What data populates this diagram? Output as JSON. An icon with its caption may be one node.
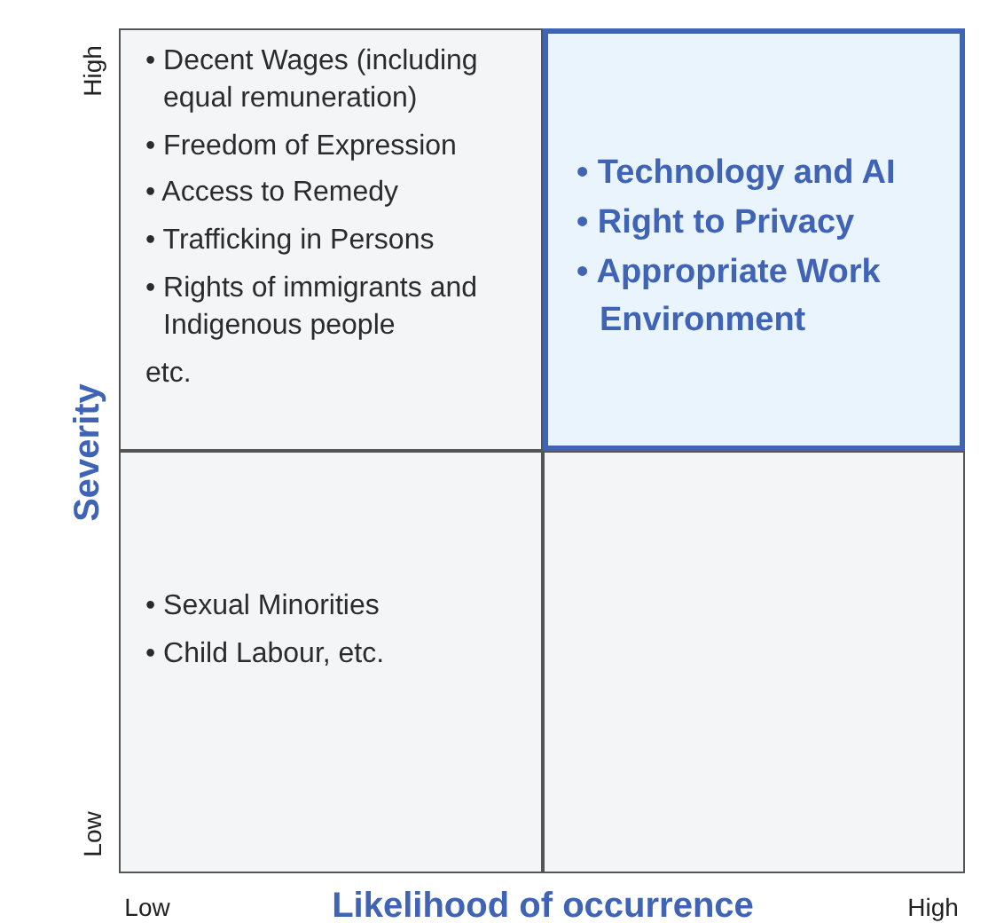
{
  "diagram": {
    "nodes": [
      {
        "text": [
          "• Decent Wages (including equal remuneration)",
          "• Freedom of Expression",
          "• Access to Remedy",
          "• Trafficking in Persons",
          "• Rights of immigrants and Indigenous people",
          "etc."
        ]
      },
      {
        "text": [
          "• Technology and AI",
          "• Right to Privacy",
          "• Appropriate Work Environment"
        ]
      },
      {
        "text": [
          "• Sexual Minorities",
          "• Child Labour, etc."
        ]
      },
      {
        "text": [],
        "shape": "box"
      }
    ],
    "labels": [
      "High",
      "Severity",
      "Low",
      "Low",
      "Likelihood of occurrence",
      "High"
    ]
  }
}
